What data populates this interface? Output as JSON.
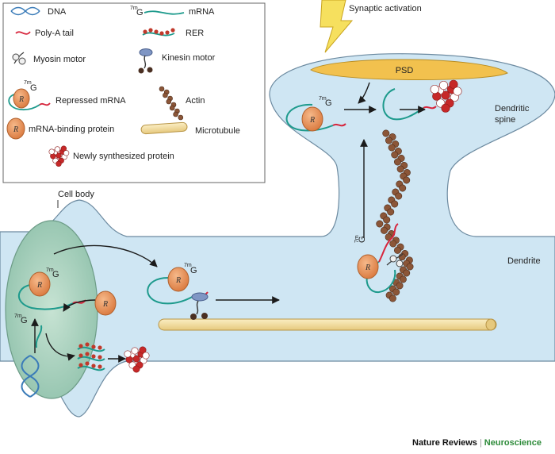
{
  "legend": {
    "items": [
      {
        "symbol": "dna-icon",
        "label": "DNA"
      },
      {
        "symbol": "mrna-icon",
        "label": "mRNA",
        "cap": "G",
        "cap_sup": "7m"
      },
      {
        "symbol": "poly-a-tail-icon",
        "label": "Poly-A tail"
      },
      {
        "symbol": "rer-icon",
        "label": "RER"
      },
      {
        "symbol": "myosin-motor-icon",
        "label": "Myosin motor"
      },
      {
        "symbol": "kinesin-motor-icon",
        "label": "Kinesin motor"
      },
      {
        "symbol": "repressed-mrna-icon",
        "label": "Repressed mRNA",
        "cap": "G",
        "cap_sup": "7m",
        "marker": "R"
      },
      {
        "symbol": "actin-icon",
        "label": "Actin"
      },
      {
        "symbol": "mrna-binding-protein-icon",
        "label": "mRNA-binding protein",
        "marker": "R"
      },
      {
        "symbol": "microtubule-icon",
        "label": "Microtubule"
      },
      {
        "symbol": "newly-synthesized-protein-icon",
        "label": "Newly synthesized protein"
      }
    ]
  },
  "labels": {
    "synaptic_activation": "Synaptic activation",
    "psd": "PSD",
    "dendritic_spine_line1": "Dendritic",
    "dendritic_spine_line2": "spine",
    "cell_body": "Cell body",
    "dendrite": "Dendrite",
    "cap_letter": "G",
    "cap_superscript": "7m",
    "repressor_marker": "R"
  },
  "credit": {
    "journal": "Nature Reviews",
    "separator": "|",
    "section": "Neuroscience"
  },
  "colors": {
    "cytoplasm": "#cfe6f3",
    "nucleus": "#a9cfbe",
    "psd": "#f2c14e",
    "mrna": "#1d9a8c",
    "poly_a_tail": "#d7263d",
    "binding_protein": "#e8955a",
    "actin": "#7a4a2e",
    "microtubule": "#f3dca0",
    "lightning": "#f6e05e",
    "journal_accent": "#2e8b3a"
  }
}
